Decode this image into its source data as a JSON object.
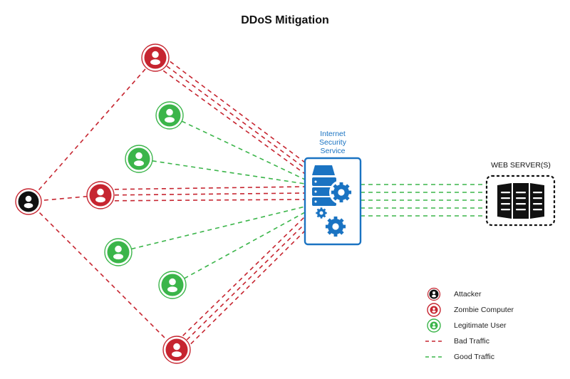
{
  "title": "DDoS Mitigation",
  "colors": {
    "attacker": "#111111",
    "zombie": "#c62530",
    "legit": "#3bb54a",
    "security": "#1a73c2",
    "server": "#111111",
    "bad_traffic": "#c62530",
    "good_traffic": "#3bb54a"
  },
  "nodes": {
    "attacker": {
      "label": "Attacker",
      "icon": "user-icon"
    },
    "zombies": [
      {
        "id": "zombie-top",
        "label": "Zombie Computer"
      },
      {
        "id": "zombie-middle",
        "label": "Zombie Computer"
      },
      {
        "id": "zombie-bottom",
        "label": "Zombie Computer"
      }
    ],
    "legit_users": [
      {
        "id": "legit-1",
        "label": "Legitimate User"
      },
      {
        "id": "legit-2",
        "label": "Legitimate User"
      },
      {
        "id": "legit-3",
        "label": "Legitimate User"
      },
      {
        "id": "legit-4",
        "label": "Legitimate User"
      }
    ],
    "security_service": {
      "label_lines": [
        "Internet",
        "Security",
        "Service"
      ],
      "icon": "server-gears-icon"
    },
    "web_server": {
      "label": "WEB SERVER(S)",
      "icon": "server-rack-icon"
    }
  },
  "connections": {
    "attacker_to_zombies": {
      "type": "bad",
      "count_per_zombie": 1
    },
    "zombie_to_service": {
      "type": "bad",
      "lines_per_zombie": 3
    },
    "legit_to_service": {
      "type": "good",
      "lines_per_user": 1
    },
    "service_to_server": {
      "type": "good",
      "lines": 5
    }
  },
  "legend": [
    {
      "kind": "attacker",
      "label": "Attacker"
    },
    {
      "kind": "zombie",
      "label": "Zombie Computer"
    },
    {
      "kind": "legit",
      "label": "Legitimate User"
    },
    {
      "kind": "bad-line",
      "label": "Bad Traffic"
    },
    {
      "kind": "good-line",
      "label": "Good Traffic"
    }
  ]
}
